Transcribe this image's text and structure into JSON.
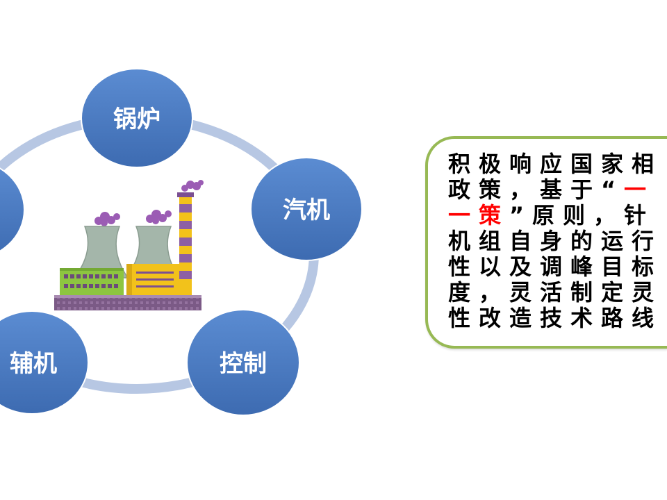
{
  "slide": {
    "background": "#ffffff"
  },
  "diagram": {
    "ring_color": "#b7c7e3",
    "node_color": "#4a7bc1",
    "node_text_color": "#ffffff",
    "nodes": [
      "锅炉",
      "汽机",
      "控制",
      "辅机"
    ],
    "center_icon": "power-plant-icon"
  },
  "callout": {
    "border_color": "#97b954",
    "text_color": "#000000",
    "highlight_color": "#ff0000",
    "lines": [
      [
        {
          "text": "积极响应国家相"
        }
      ],
      [
        {
          "text": "政策，基于“"
        },
        {
          "text": "一",
          "highlight": true
        }
      ],
      [
        {
          "text": "一策",
          "highlight": true
        },
        {
          "text": "”原则，针"
        }
      ],
      [
        {
          "text": "机组自身的运行"
        }
      ],
      [
        {
          "text": "性以及调峰目标"
        }
      ],
      [
        {
          "text": "度，灵活制定灵"
        }
      ],
      [
        {
          "text": "性改造技术路线"
        }
      ]
    ]
  }
}
